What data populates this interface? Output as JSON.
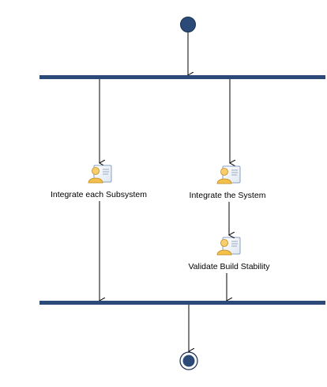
{
  "diagram": {
    "activities": [
      {
        "id": "a1",
        "label": "Integrate each Subsystem",
        "icon": "task-role-icon"
      },
      {
        "id": "a2",
        "label": "Integrate the System",
        "icon": "task-role-icon"
      },
      {
        "id": "a3",
        "label": "Validate Build Stability",
        "icon": "task-role-icon"
      }
    ],
    "nodes": {
      "start": "initial-node",
      "fork": "fork-bar",
      "join": "join-bar",
      "end": "final-node"
    },
    "edges": [
      [
        "start",
        "fork"
      ],
      [
        "fork",
        "a1"
      ],
      [
        "fork",
        "a2"
      ],
      [
        "a2",
        "a3"
      ],
      [
        "a1",
        "join"
      ],
      [
        "a3",
        "join"
      ],
      [
        "join",
        "end"
      ]
    ],
    "colors": {
      "node_fill": "#2b4a78",
      "bar_fill": "#2b4a78",
      "line": "#000000",
      "icon_paper": "#f3f6fb",
      "icon_person": "#f2c04b"
    }
  }
}
